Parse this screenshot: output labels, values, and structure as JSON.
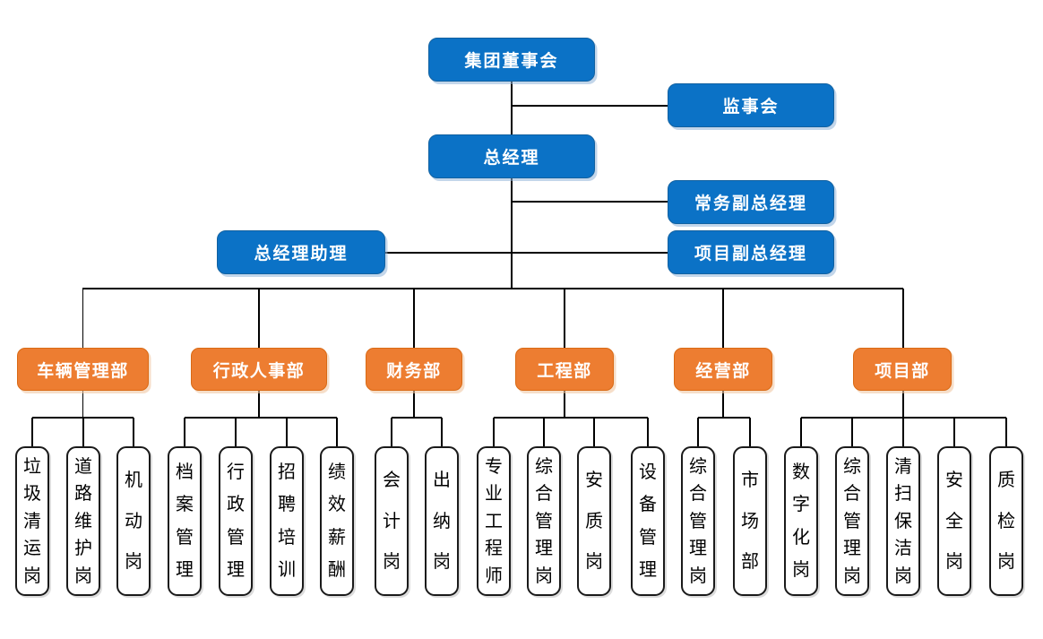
{
  "palette": {
    "executive_fill": "#0B72C6",
    "executive_border": "#1261A0",
    "department_fill": "#ED7D31",
    "department_border": "#D96A15",
    "position_fill": "#FFFFFF",
    "position_border": "#1A1A1A",
    "connector": "#000000",
    "text_on_color": "#FFFFFF",
    "text_dark": "#000000"
  },
  "executive": {
    "board": "集团董事会",
    "supervisory": "监事会",
    "general_manager": "总经理",
    "deputy_gm_executive": "常务副总经理",
    "gm_assistant": "总经理助理",
    "deputy_gm_project": "项目副总经理"
  },
  "departments": [
    {
      "label": "车辆管理部",
      "positions": [
        "垃圾清运岗",
        "道路维护岗",
        "机动岗"
      ]
    },
    {
      "label": "行政人事部",
      "positions": [
        "档案管理",
        "行政管理",
        "招聘培训",
        "绩效薪酬"
      ]
    },
    {
      "label": "财务部",
      "positions": [
        "会计岗",
        "出纳岗"
      ]
    },
    {
      "label": "工程部",
      "positions": [
        "专业工程师",
        "综合管理岗",
        "安质岗",
        "设备管理"
      ]
    },
    {
      "label": "经营部",
      "positions": [
        "综合管理岗",
        "市场部"
      ]
    },
    {
      "label": "项目部",
      "positions": [
        "数字化岗",
        "综合管理岗",
        "清扫保洁岗",
        "安全岗",
        "质检岗"
      ]
    }
  ]
}
